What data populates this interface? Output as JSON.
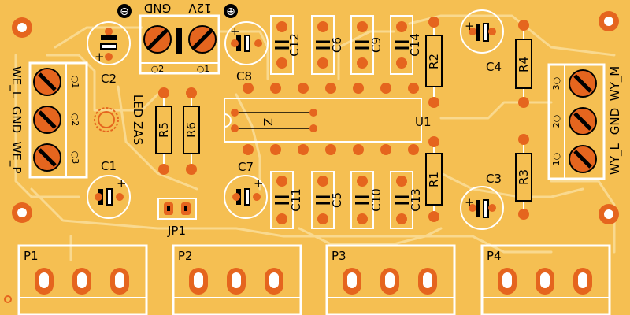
{
  "connectors": {
    "power": {
      "minus": "⊖",
      "plus": "⊕",
      "gnd": "GND",
      "v12": "12V",
      "pin2": "○2",
      "pin1": "○1"
    },
    "we": {
      "we_l": "WE_L",
      "gnd": "GND",
      "we_p": "WE_P",
      "pin1": "○1",
      "pin2": "○2",
      "pin3": "○3"
    },
    "wy": {
      "wy_m": "WY_M",
      "gnd": "GND",
      "wy_l": "WY_L",
      "pin3": "3○",
      "pin2": "2○",
      "pin1": "1○"
    }
  },
  "components": {
    "c1": "C1",
    "c2": "C2",
    "c3": "C3",
    "c4": "C4",
    "c5": "C5",
    "c6": "C6",
    "c7": "C7",
    "c8": "C8",
    "c9": "C9",
    "c10": "C10",
    "c11": "C11",
    "c12": "C12",
    "c13": "C13",
    "c14": "C14",
    "r1": "R1",
    "r2": "R2",
    "r3": "R3",
    "r4": "R4",
    "r5": "R5",
    "r6": "R6",
    "u1": "U1",
    "u1_mark": "Z",
    "led": "LED ZAS",
    "jp1": "JP1"
  },
  "pots": [
    "P1",
    "P2",
    "P3",
    "P4"
  ],
  "colors": {
    "board": "#f5bf52",
    "pad": "#e5651e",
    "silk": "#ffffff",
    "trace": "#f9d98f"
  }
}
